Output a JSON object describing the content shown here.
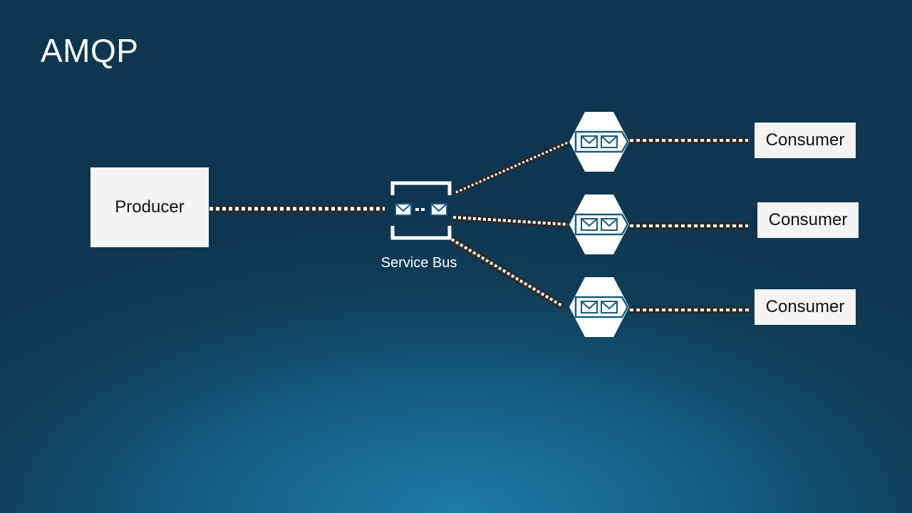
{
  "slide": {
    "title": "AMQP"
  },
  "producer": {
    "label": "Producer"
  },
  "hub": {
    "label": "Service Bus",
    "icon": "service-bus-icon"
  },
  "queues": [
    {
      "icon": "queue-icon"
    },
    {
      "icon": "queue-icon"
    },
    {
      "icon": "queue-icon"
    }
  ],
  "consumers": [
    {
      "label": "Consumer"
    },
    {
      "label": "Consumer"
    },
    {
      "label": "Consumer"
    }
  ],
  "colors": {
    "background": "#103d58",
    "background_glow": "#1d7aa6",
    "box": "#f4f4f4",
    "icon": "#ffffff",
    "icon_accent": "#1a5a7c",
    "link": "#2b2b2b",
    "link_dash": "#ffffff"
  }
}
